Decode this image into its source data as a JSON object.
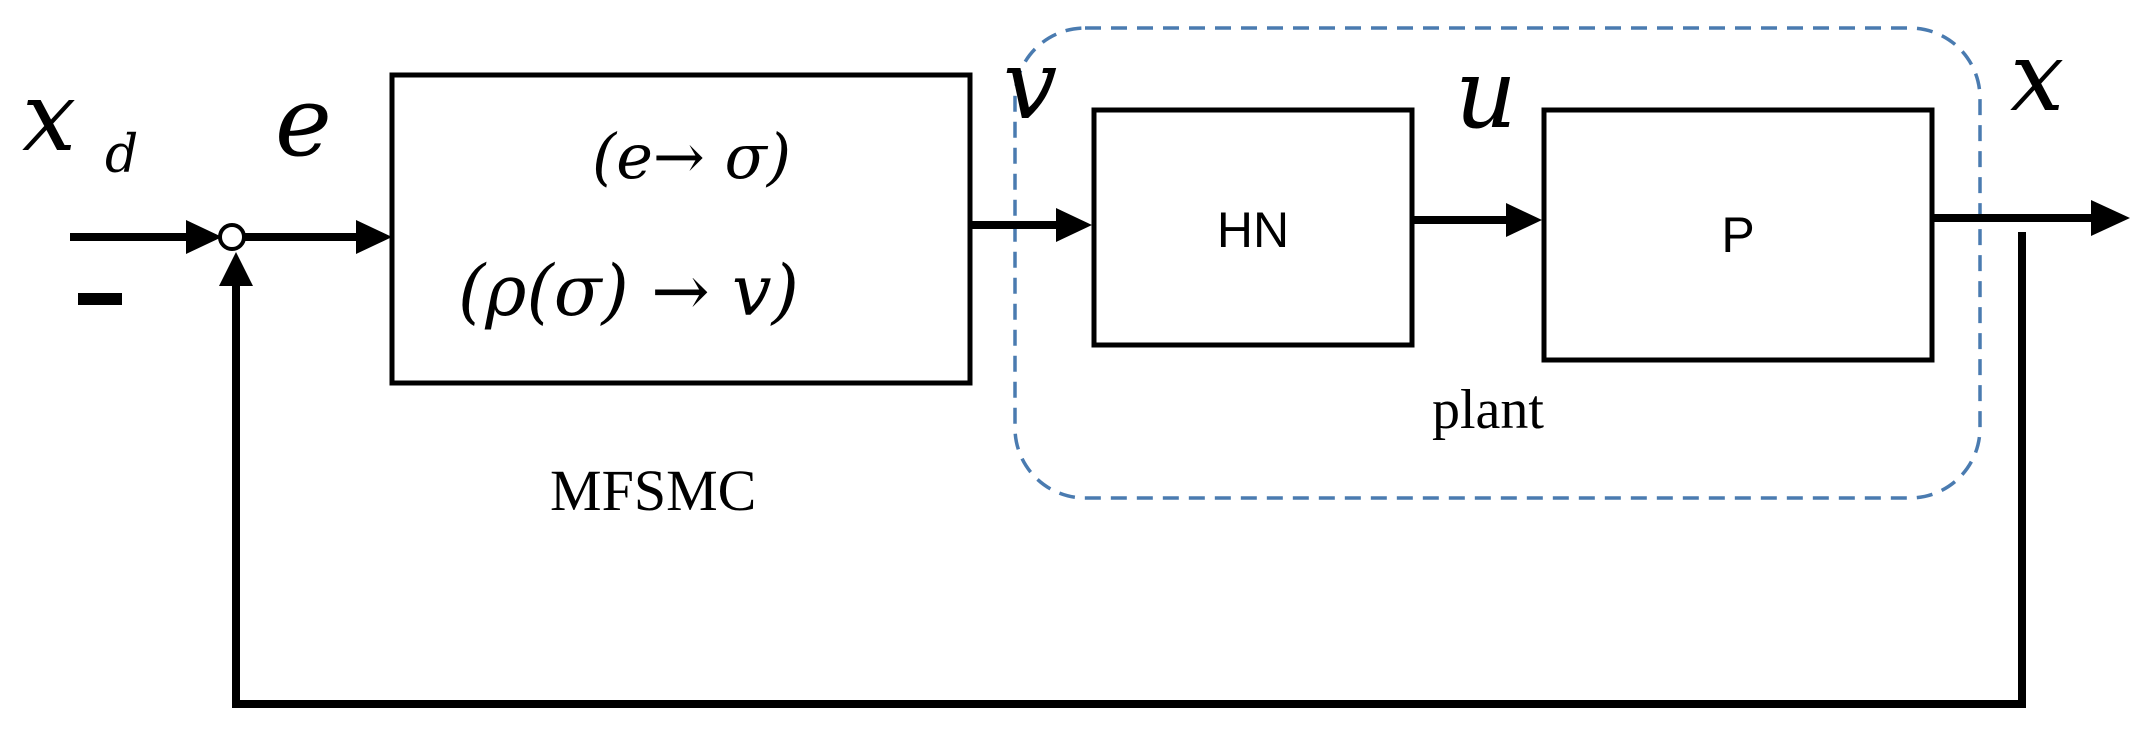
{
  "signals": {
    "xd_main": "x",
    "xd_sub": "d",
    "minus": "-",
    "error": "e",
    "v": "v",
    "u": "u",
    "x_out": "x"
  },
  "controller": {
    "line1": "(e→ σ)",
    "line2": "(ρ(σ) → v)",
    "caption": "MFSMC"
  },
  "blocks": {
    "hn": "HN",
    "p": "P"
  },
  "plant": {
    "label": "plant"
  },
  "colors": {
    "stroke": "#000000",
    "plant_border": "#4a7bb0",
    "background": "#ffffff"
  }
}
